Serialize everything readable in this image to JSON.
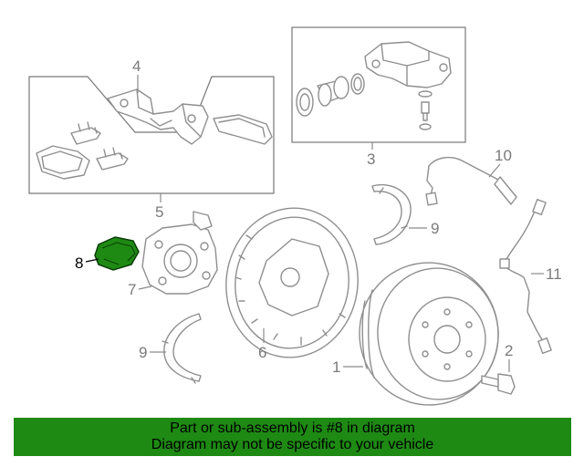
{
  "diagram": {
    "callouts": [
      "1",
      "2",
      "3",
      "4",
      "5",
      "6",
      "7",
      "8",
      "9",
      "9",
      "10",
      "11"
    ],
    "highlighted_part": "8",
    "highlight_color": "#1e8a13"
  },
  "banner": {
    "line1": "Part or sub-assembly is #8 in diagram",
    "line2": "Diagram may not be specific to your vehicle",
    "background": "#1e8a13"
  }
}
